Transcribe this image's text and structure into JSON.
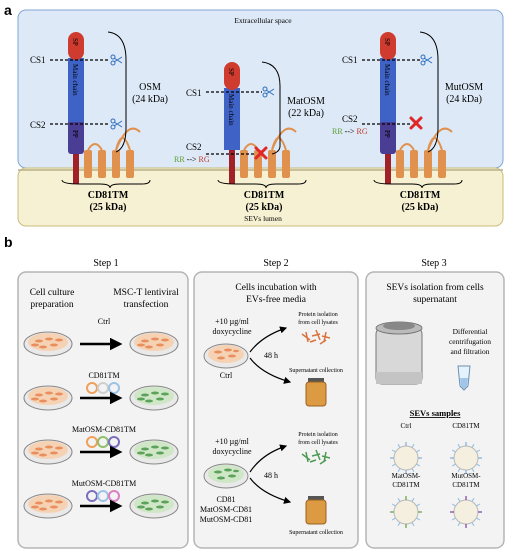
{
  "panel_a": {
    "letter": "a",
    "extracellular": "Extracellular space",
    "lumen": "SEVs lumen",
    "cs1": "CS1",
    "cs2": "CS2",
    "sp": "SP",
    "main_chain": "Main chain",
    "pp": "PP",
    "mut_from": "RR",
    "mut_arrow": "-->",
    "mut_to": "RG",
    "osm_name": "OSM",
    "osm_kda": "(24 kDa)",
    "matosm_name": "MatOSM",
    "matosm_kda": "(22 kDa)",
    "mutosm_name": "MutOSM",
    "mutosm_kda": "(24 kDa)",
    "cd81_name": "CD81TM",
    "cd81_kda": "(25 kDa)"
  },
  "panel_b": {
    "letter": "b",
    "step1": {
      "title": "Step 1",
      "left_header": [
        "Cell culture",
        "preparation"
      ],
      "right_header": [
        "MSC-T lentiviral",
        "transfection"
      ],
      "rows": [
        "Ctrl",
        "CD81TM",
        "MatOSM-CD81TM",
        "MutOSM-CD81TM"
      ]
    },
    "step2": {
      "title": "Step 2",
      "header": [
        "Cells incubation with",
        "EVs-free media"
      ],
      "dose": [
        "+10 µg/ml",
        "doxycycline"
      ],
      "time": "48 h",
      "protein": [
        "Protein isolation",
        "from cell lysates"
      ],
      "supernatant": "Supernatant collection",
      "ctrl_label": "Ctrl",
      "groups": [
        "CD81",
        "MatOSM-CD81",
        "MutOSM-CD81"
      ]
    },
    "step3": {
      "title": "Step 3",
      "header": [
        "SEVs isolation from cells",
        "supernatant"
      ],
      "method": [
        "Differential",
        "centrifugation",
        "and filtration"
      ],
      "samples_title": "SEVs samples",
      "samples": [
        "Ctrl",
        "CD81TM",
        "MatOSM-\nCD81TM",
        "MutOSM-\nCD81TM"
      ],
      "sample_lines": [
        [
          "Ctrl"
        ],
        [
          "CD81TM"
        ],
        [
          "MatOSM-",
          "CD81TM"
        ],
        [
          "MutOSM-",
          "CD81TM"
        ]
      ]
    }
  },
  "colors": {
    "extracellular_bg": "#dde9f6",
    "lumen_bg": "#f6f1d2",
    "sp": "#cf3b2e",
    "main_chain": "#3f62c6",
    "pp": "#4a3d94",
    "stalk": "#a02128",
    "tm_helix": "#e0914e",
    "red_x": "#e02626",
    "green_text": "#5a9e2f",
    "red_text": "#c0392b",
    "cell_dish_orange": "#e98f5e",
    "cell_dish_green": "#5ca25a"
  }
}
